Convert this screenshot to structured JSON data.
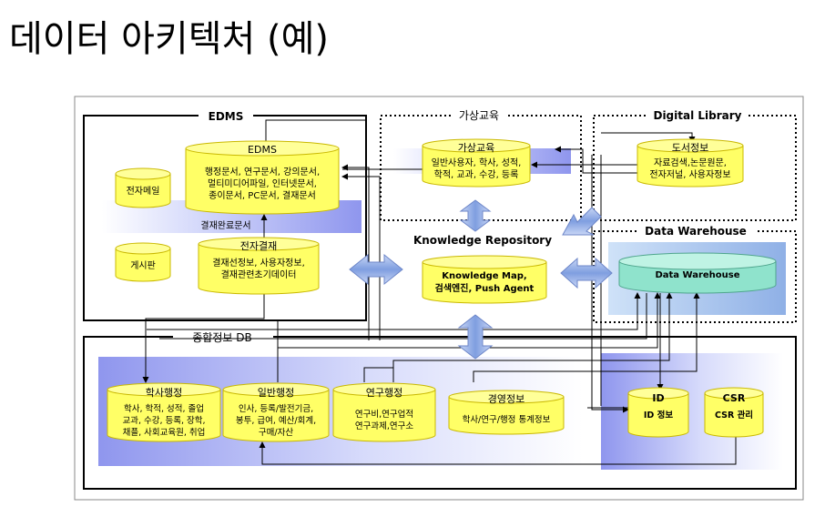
{
  "title": "데이터 아키텍처 (예)",
  "edms": {
    "section_label": "EDMS",
    "db_title": "EDMS",
    "db_lines": [
      "행정문서, 연구문서, 강의문서,",
      "멀티미디어파일, 인터넷문서,",
      "종이문서, PC문서, 결재문서"
    ],
    "approved_docs": "결재완료문서",
    "email": "전자메일",
    "board": "게시판",
    "approval_title": "전자결재",
    "approval_lines": [
      "결재선정보, 사용자정보,",
      "결재관련초기데이터"
    ]
  },
  "virtual_edu": {
    "section_label": "가상교육",
    "db_title": "가상교육",
    "db_lines": [
      "일반사용자, 학사, 성적,",
      "학적, 교과, 수강, 등록"
    ]
  },
  "digital_library": {
    "section_label": "Digital Library",
    "db_title": "도서정보",
    "db_lines": [
      "자료검색,논문원문,",
      "전자저널, 사용자정보"
    ]
  },
  "knowledge_repository": {
    "label": "Knowledge Repository",
    "db_lines": [
      "Knowledge Map,",
      "검색엔진, Push Agent"
    ]
  },
  "data_warehouse": {
    "section_label": "Data Warehouse",
    "db_title": "Data Warehouse"
  },
  "integrated_db": {
    "section_label": "종합정보 DB",
    "academic_title": "학사행정",
    "academic_lines": [
      "학사, 학적, 성적, 졸업",
      "교과, 수강, 등록, 장학,",
      "채플, 사회교육원, 취업"
    ],
    "general_title": "일반행정",
    "general_lines": [
      "인사, 등록/발전기금,",
      "봉투, 급여, 예산/회계,",
      "구매/자산"
    ],
    "research_title": "연구행정",
    "research_lines": [
      "연구비,연구업적",
      "연구과제,연구소"
    ],
    "management_title": "경영정보",
    "management_lines": [
      "학사/연구/행정 통계정보"
    ],
    "id_title": "ID",
    "id_lines": [
      "ID 정보"
    ],
    "csr_title": "CSR",
    "csr_lines": [
      "CSR 관리"
    ]
  },
  "colors": {
    "cylinder_fill": "#ffff66",
    "cylinder_stroke": "#b8a400",
    "band": "#9fa6f0",
    "dw_cylinder": "#9de8d4",
    "arrow_fill": "#8ea6e2"
  }
}
